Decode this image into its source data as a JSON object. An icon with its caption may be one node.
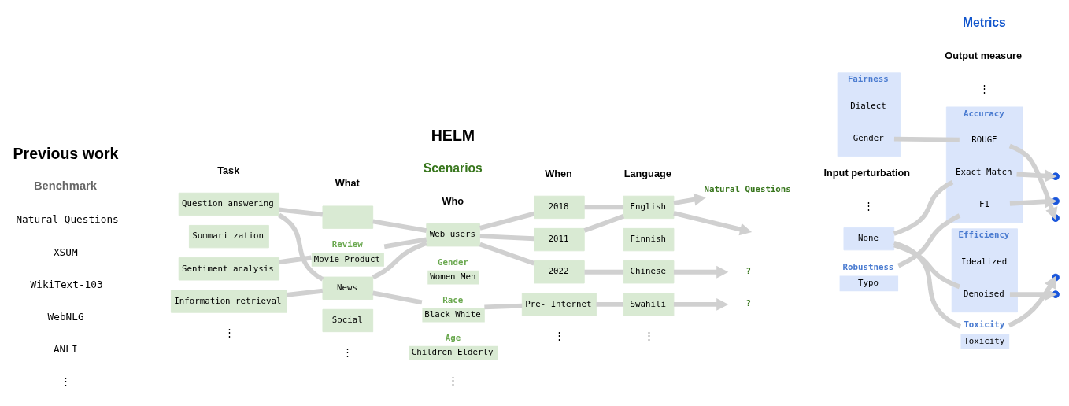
{
  "diagram": {
    "nodes": [
      {
        "text": [
          "Question answering"
        ]
      },
      {
        "text": [
          "Summari zation"
        ]
      },
      {
        "text": [
          "Sentiment analysis"
        ]
      },
      {
        "text": [
          "Information retrieval"
        ]
      },
      {
        "text": [],
        "shape": "box"
      },
      {
        "text": [
          "Review",
          "Movie Product"
        ]
      },
      {
        "text": [
          "News"
        ]
      },
      {
        "text": [
          "Social"
        ]
      },
      {
        "text": [
          "Web users"
        ]
      },
      {
        "text": [
          "Gender",
          "Women Men"
        ]
      },
      {
        "text": [
          "Race",
          "Black White"
        ]
      },
      {
        "text": [
          "Age",
          "Children Elderly"
        ]
      },
      {
        "text": [
          "2018"
        ]
      },
      {
        "text": [
          "2011"
        ]
      },
      {
        "text": [
          "2022"
        ]
      },
      {
        "text": [
          "Pre- Internet"
        ]
      },
      {
        "text": [
          "English"
        ]
      },
      {
        "text": [
          "Finnish"
        ]
      },
      {
        "text": [
          "Chinese"
        ]
      },
      {
        "text": [
          "Swahili"
        ]
      },
      {
        "text": [
          "Natural Questions"
        ]
      },
      {
        "text": [
          "?"
        ]
      },
      {
        "text": [
          "?"
        ]
      },
      {
        "text": [
          "None"
        ]
      },
      {
        "text": [
          "Robustness",
          "Typo"
        ]
      },
      {
        "text": [
          "Fairness"
        ]
      },
      {
        "text": [
          "Gender"
        ],
        "in": 25
      },
      {
        "text": [
          "Dialect"
        ],
        "in": 25
      },
      {
        "text": [
          "Accuracy"
        ]
      },
      {
        "text": [
          "Exact Match"
        ],
        "in": 28
      },
      {
        "text": [
          "F1"
        ],
        "in": 28
      },
      {
        "text": [
          "ROUGE"
        ],
        "in": 28
      },
      {
        "text": [
          "Toxicity",
          "Toxicity"
        ]
      },
      {
        "text": [
          "Efficiency"
        ]
      },
      {
        "text": [
          "Idealized"
        ],
        "in": 33
      },
      {
        "text": [
          "Denoised"
        ],
        "in": 33
      },
      {
        "text": [],
        "shape": "circle"
      },
      {
        "text": [],
        "shape": "circle"
      },
      {
        "text": [],
        "shape": "circle"
      },
      {
        "text": [],
        "shape": "circle"
      },
      {
        "text": [],
        "shape": "circle"
      }
    ],
    "edges": [
      {
        "from": 0,
        "to": 4,
        "arrow": "none"
      },
      {
        "from": 4,
        "to": 8,
        "arrow": "none"
      },
      {
        "from": 8,
        "to": 12,
        "arrow": "none"
      },
      {
        "from": 12,
        "to": 16,
        "arrow": "none"
      },
      {
        "from": 16,
        "to": 20,
        "arrow": "to"
      },
      {
        "from": 0,
        "to": 6,
        "arrow": "none"
      },
      {
        "from": 2,
        "to": 5,
        "arrow": "none"
      },
      {
        "from": 5,
        "to": 8,
        "arrow": "none"
      },
      {
        "from": 8,
        "to": 13,
        "arrow": "none"
      },
      {
        "from": 13,
        "to": 16,
        "arrow": "none"
      },
      {
        "from": 16,
        "to": null,
        "arrow": "to"
      },
      {
        "from": 3,
        "to": 6,
        "arrow": "none"
      },
      {
        "from": 6,
        "to": 8,
        "arrow": "none"
      },
      {
        "from": 6,
        "to": 10,
        "arrow": "none"
      },
      {
        "from": 10,
        "to": 15,
        "arrow": "none"
      },
      {
        "from": 15,
        "to": 19,
        "arrow": "none"
      },
      {
        "from": 19,
        "to": 22,
        "arrow": "to"
      },
      {
        "from": 8,
        "to": 14,
        "arrow": "none"
      },
      {
        "from": 14,
        "to": 18,
        "arrow": "none"
      },
      {
        "from": 18,
        "to": 21,
        "arrow": "to"
      },
      {
        "from": 23,
        "to": 29,
        "arrow": "none"
      },
      {
        "from": 23,
        "to": 32,
        "arrow": "none"
      },
      {
        "from": 23,
        "to": 35,
        "arrow": "none"
      },
      {
        "from": 24,
        "to": 30,
        "arrow": "none"
      },
      {
        "from": 26,
        "to": 31,
        "arrow": "none"
      },
      {
        "from": 29,
        "to": 36,
        "arrow": "to"
      },
      {
        "from": 30,
        "to": 37,
        "arrow": "to"
      },
      {
        "from": 31,
        "to": 38,
        "arrow": "to"
      },
      {
        "from": 32,
        "to": 39,
        "arrow": "to"
      },
      {
        "from": 35,
        "to": 40,
        "arrow": "to"
      }
    ],
    "labels": [
      "Previous work",
      "HELM",
      "Benchmark",
      "Scenarios",
      "Metrics",
      "Natural Questions",
      "XSUM",
      "WikiText-103",
      "WebNLG",
      "ANLI",
      "⋮",
      "Task",
      "What",
      "Who",
      "When",
      "Language",
      "Input perturbation",
      "Output measure",
      "⋮",
      "⋮",
      "⋮",
      "⋮",
      "⋮",
      "⋮",
      "⋮"
    ]
  }
}
